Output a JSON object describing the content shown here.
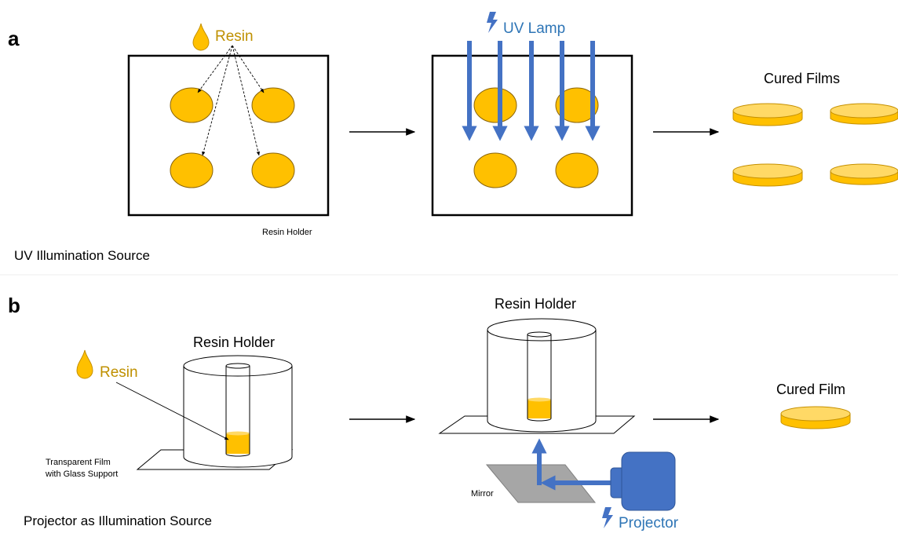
{
  "panel_a": {
    "label": "a",
    "resin": "Resin",
    "uv_lamp": "UV Lamp",
    "resin_holder": "Resin Holder",
    "cured_films": "Cured Films",
    "caption": "UV Illumination Source"
  },
  "panel_b": {
    "label": "b",
    "resin": "Resin",
    "resin_holder_left": "Resin Holder",
    "resin_holder_right": "Resin Holder",
    "film_line1": "Transparent Film",
    "film_line2": "with Glass Support",
    "mirror": "Mirror",
    "projector": "Projector",
    "cured_film": "Cured Film",
    "caption": "Projector as Illumination Source"
  },
  "colors": {
    "resin": "#FFC000",
    "resin_text": "#BF9000",
    "resin_outline": "#C59000",
    "uv_blue": "#4472C4",
    "uv_text": "#2E75B6",
    "mirror_gray": "#A6A6A6"
  }
}
